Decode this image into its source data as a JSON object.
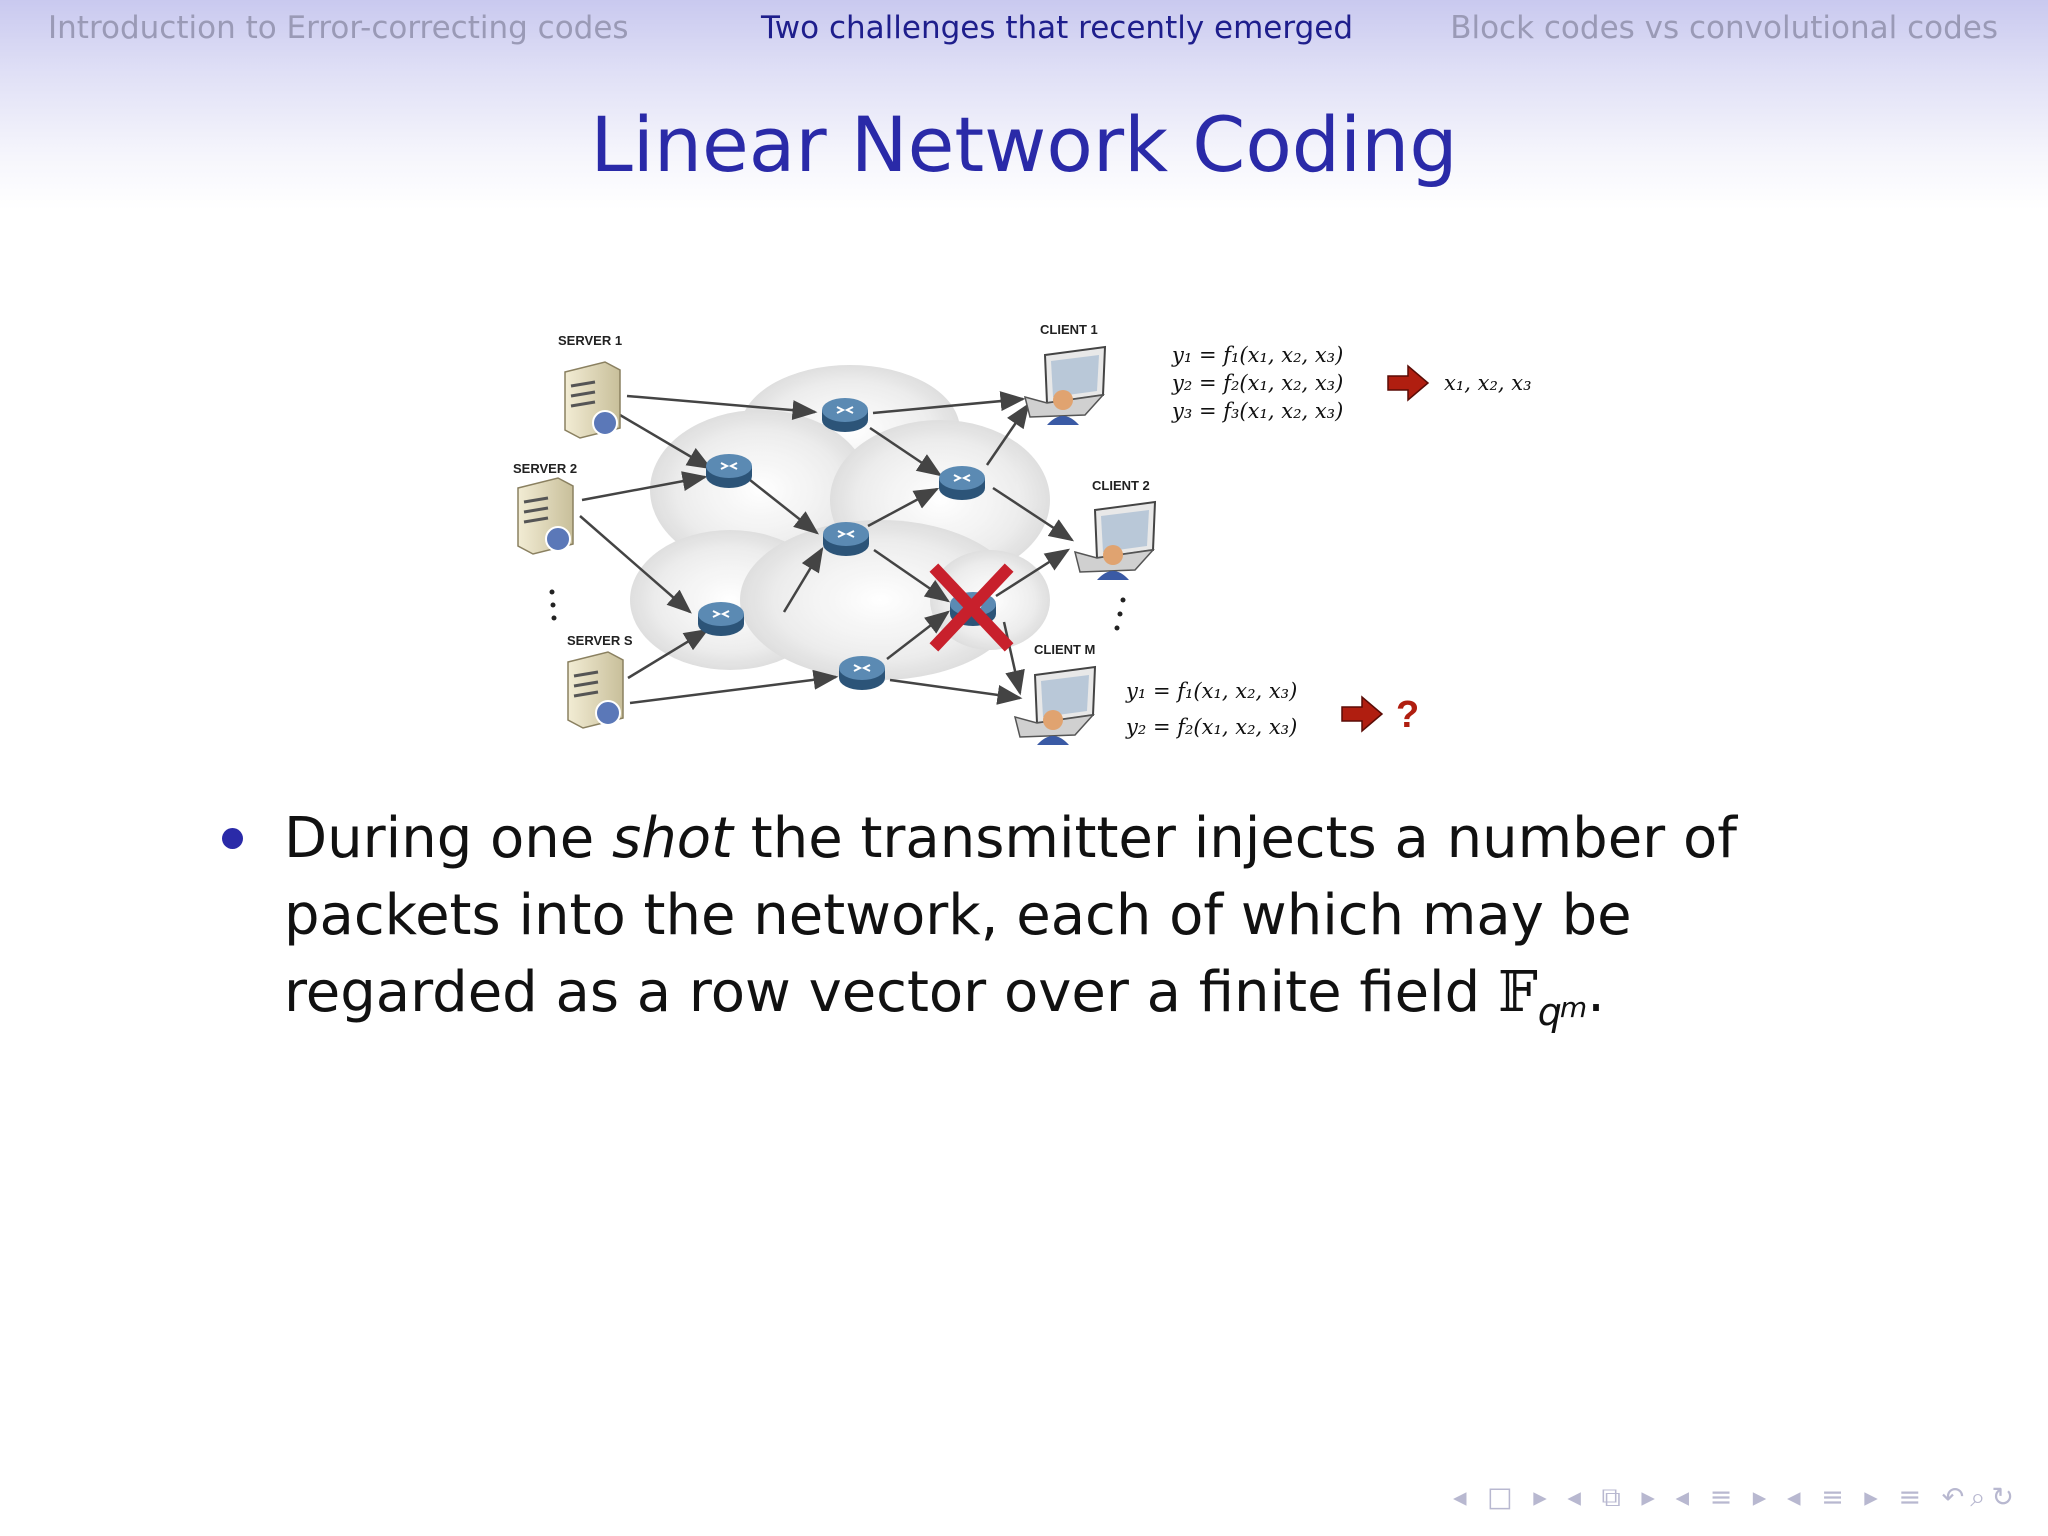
{
  "header": {
    "left_section": "Introduction to Error-correcting codes",
    "center_section": "Two challenges that recently emerged",
    "right_section": "Block codes vs convolutional codes"
  },
  "slide": {
    "title": "Linear Network Coding"
  },
  "diagram": {
    "labels": {
      "server1": "SERVER 1",
      "server2": "SERVER 2",
      "servers": "SERVER S",
      "client1": "CLIENT 1",
      "client2": "CLIENT 2",
      "clientm": "CLIENT M"
    },
    "client1_equations": [
      "y₁ = f₁(x₁, x₂, x₃)",
      "y₂ = f₂(x₁, x₂, x₃)",
      "y₃ = f₃(x₁, x₂, x₃)"
    ],
    "client1_result": "x₁, x₂, x₃",
    "clientm_equations": [
      "y₁ = f₁(x₁, x₂, x₃)",
      "y₂ = f₂(x₁, x₂, x₃)"
    ],
    "clientm_result": "?",
    "colors": {
      "arrow": "#b01e10",
      "cross": "#c8202c",
      "router": "#3d6f99"
    }
  },
  "body": {
    "text_before_emph": "During one ",
    "emph": "shot",
    "text_after_emph": " the transmitter injects a number of packets into the network, each of which may be regarded as a row vector over a finite field ",
    "field_symbol": "𝔽",
    "field_sub": "q",
    "field_sup": "m",
    "trailing": "."
  },
  "nav": {
    "symbols": "◂ □ ▸  ◂ ⧉ ▸  ◂ ≡ ▸  ◂ ≡ ▸   ≡   ↶⌕↻"
  }
}
